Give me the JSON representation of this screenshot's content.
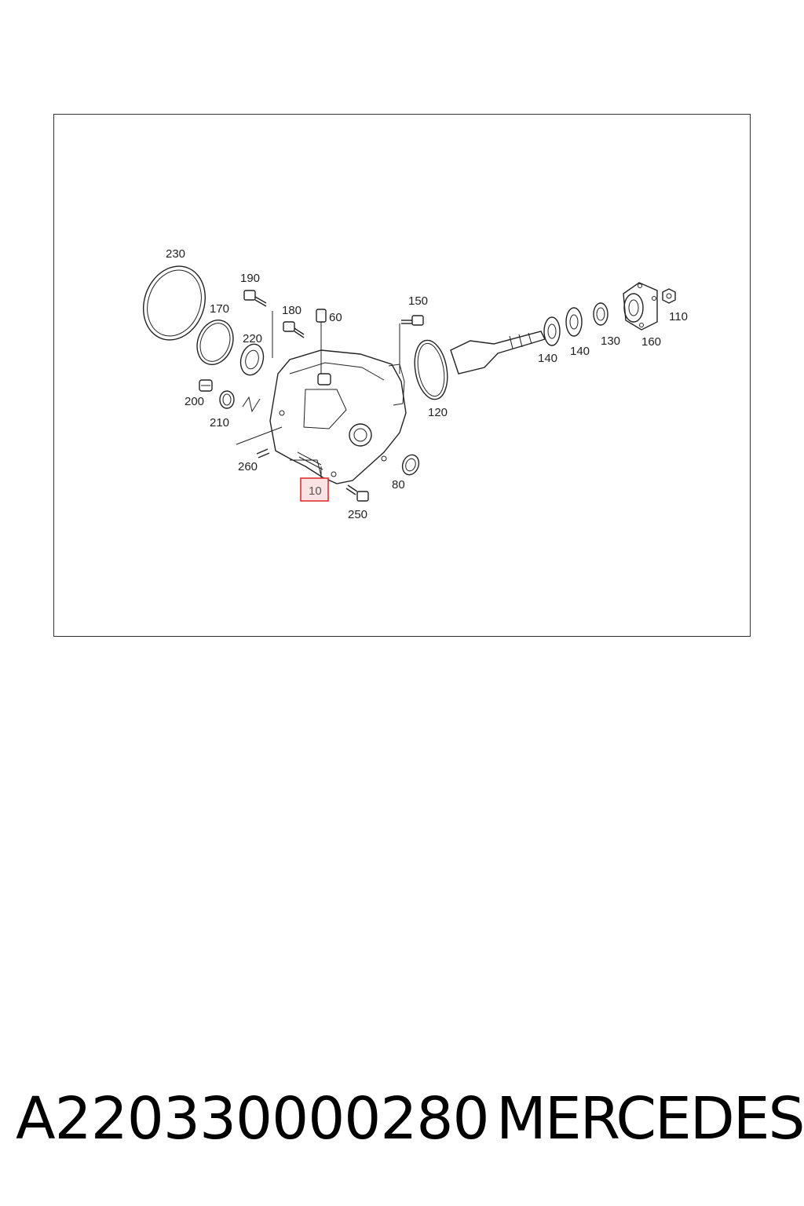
{
  "diagram": {
    "labels": {
      "l230": "230",
      "l190": "190",
      "l170": "170",
      "l180": "180",
      "l60": "60",
      "l150": "150",
      "l220": "220",
      "l110": "110",
      "l160": "160",
      "l130": "130",
      "l140a": "140",
      "l140b": "140",
      "l120": "120",
      "l200": "200",
      "l210": "210",
      "l260": "260",
      "l10": "10",
      "l80": "80",
      "l250": "250"
    },
    "highlighted_part": "10",
    "highlight_color": "#e03030"
  },
  "footer": {
    "part_number": "A220330000280",
    "brand": "MERCEDES"
  }
}
